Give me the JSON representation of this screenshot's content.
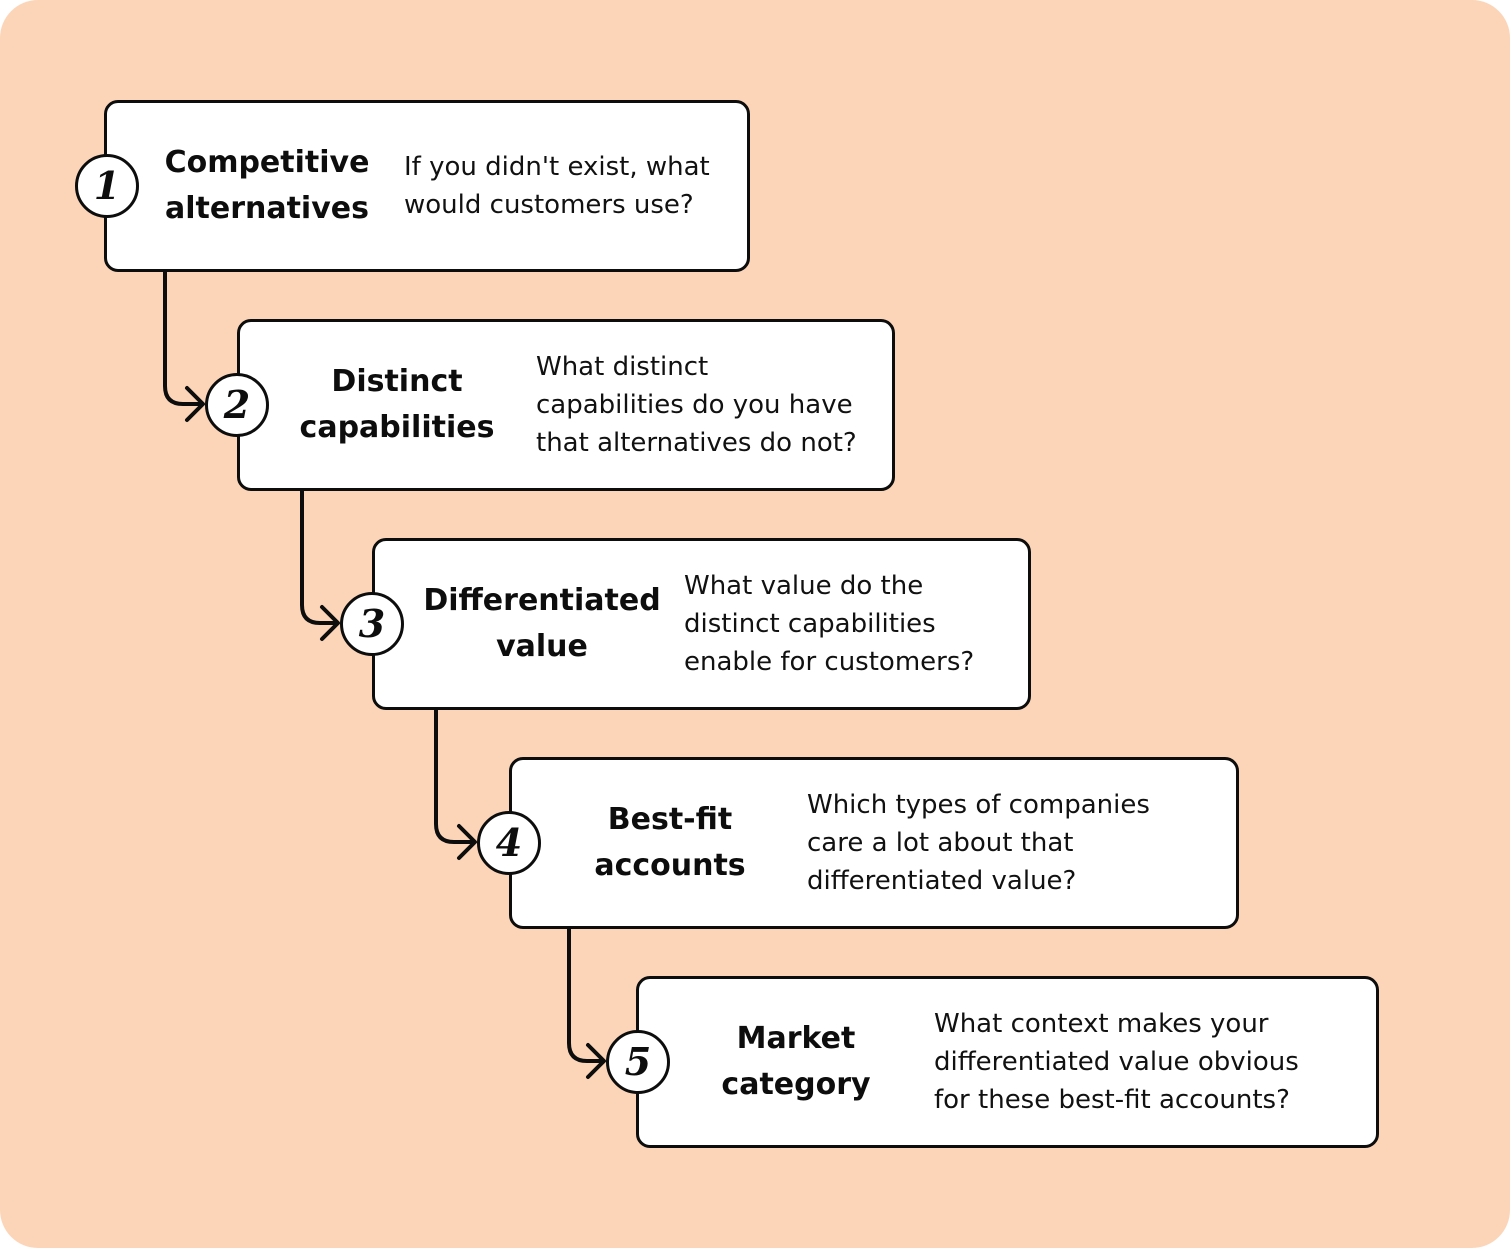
{
  "colors": {
    "background": "#fcd5b8",
    "card": "#ffffff",
    "ink": "#0d0d0d"
  },
  "steps": [
    {
      "number": "1",
      "title": "Competitive\nalternatives",
      "description": "If you didn't exist, what\nwould customers use?"
    },
    {
      "number": "2",
      "title": "Distinct\ncapabilities",
      "description": "What distinct\ncapabilities do you have\nthat alternatives do not?"
    },
    {
      "number": "3",
      "title": "Differentiated\nvalue",
      "description": "What value do the\ndistinct capabilities\nenable for customers?"
    },
    {
      "number": "4",
      "title": "Best-fit\naccounts",
      "description": "Which types of companies\ncare a lot about that\ndifferentiated value?"
    },
    {
      "number": "5",
      "title": "Market\ncategory",
      "description": "What context makes your\ndifferentiated value obvious\nfor these best-fit accounts?"
    }
  ]
}
